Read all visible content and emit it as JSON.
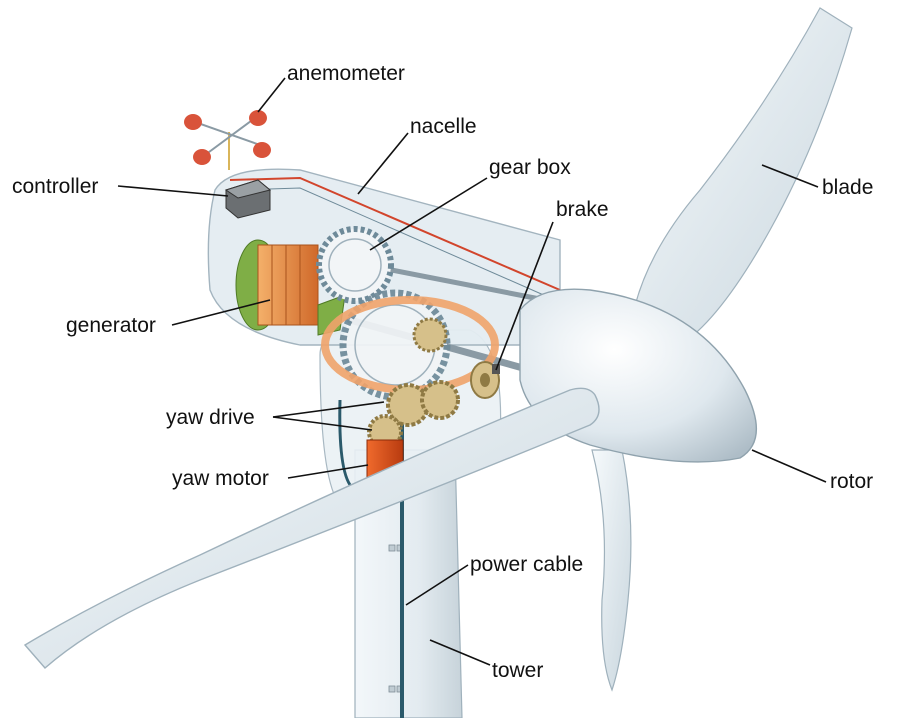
{
  "labels": {
    "anemometer": "anemometer",
    "nacelle": "nacelle",
    "gear_box": "gear box",
    "controller": "controller",
    "brake": "brake",
    "blade": "blade",
    "generator": "generator",
    "yaw_drive": "yaw drive",
    "yaw_motor": "yaw motor",
    "rotor": "rotor",
    "power_cable": "power cable",
    "tower": "tower"
  },
  "colors": {
    "shell": "#e4edf2",
    "shell_edge": "#9fb1bc",
    "generator_coil": "#e8893a",
    "generator_cap": "#7fae46",
    "yaw_ring": "#f0a36a",
    "gear": "#d6c08a",
    "yaw_motor": "#e0521c",
    "cable": "#2b5a6b",
    "wire": "#d2452c",
    "anemometer_cup": "#d9533a"
  }
}
